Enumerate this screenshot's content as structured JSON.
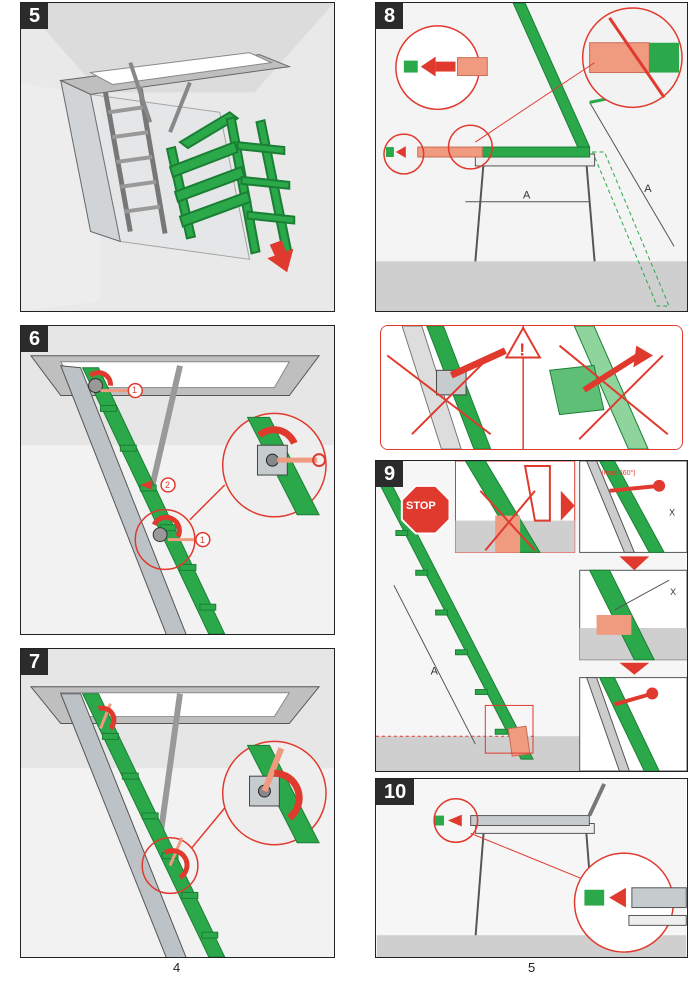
{
  "steps": {
    "s5": "5",
    "s6": "6",
    "s7": "7",
    "s8": "8",
    "s9": "9",
    "s10": "10"
  },
  "labels": {
    "callout_1": "1",
    "callout_2": "2",
    "dim_a": "A",
    "dim_x": "X",
    "stop": "STOP",
    "warning": "!",
    "max_turn": "(max 360°)"
  },
  "pages": {
    "left": "4",
    "right": "5"
  },
  "colors": {
    "green": "#2aa84a",
    "dark_green": "#1a7f34",
    "red": "#e03a2e",
    "salmon": "#f09a80",
    "grey": "#cfcfcf",
    "metal": "#b8bfc4"
  }
}
